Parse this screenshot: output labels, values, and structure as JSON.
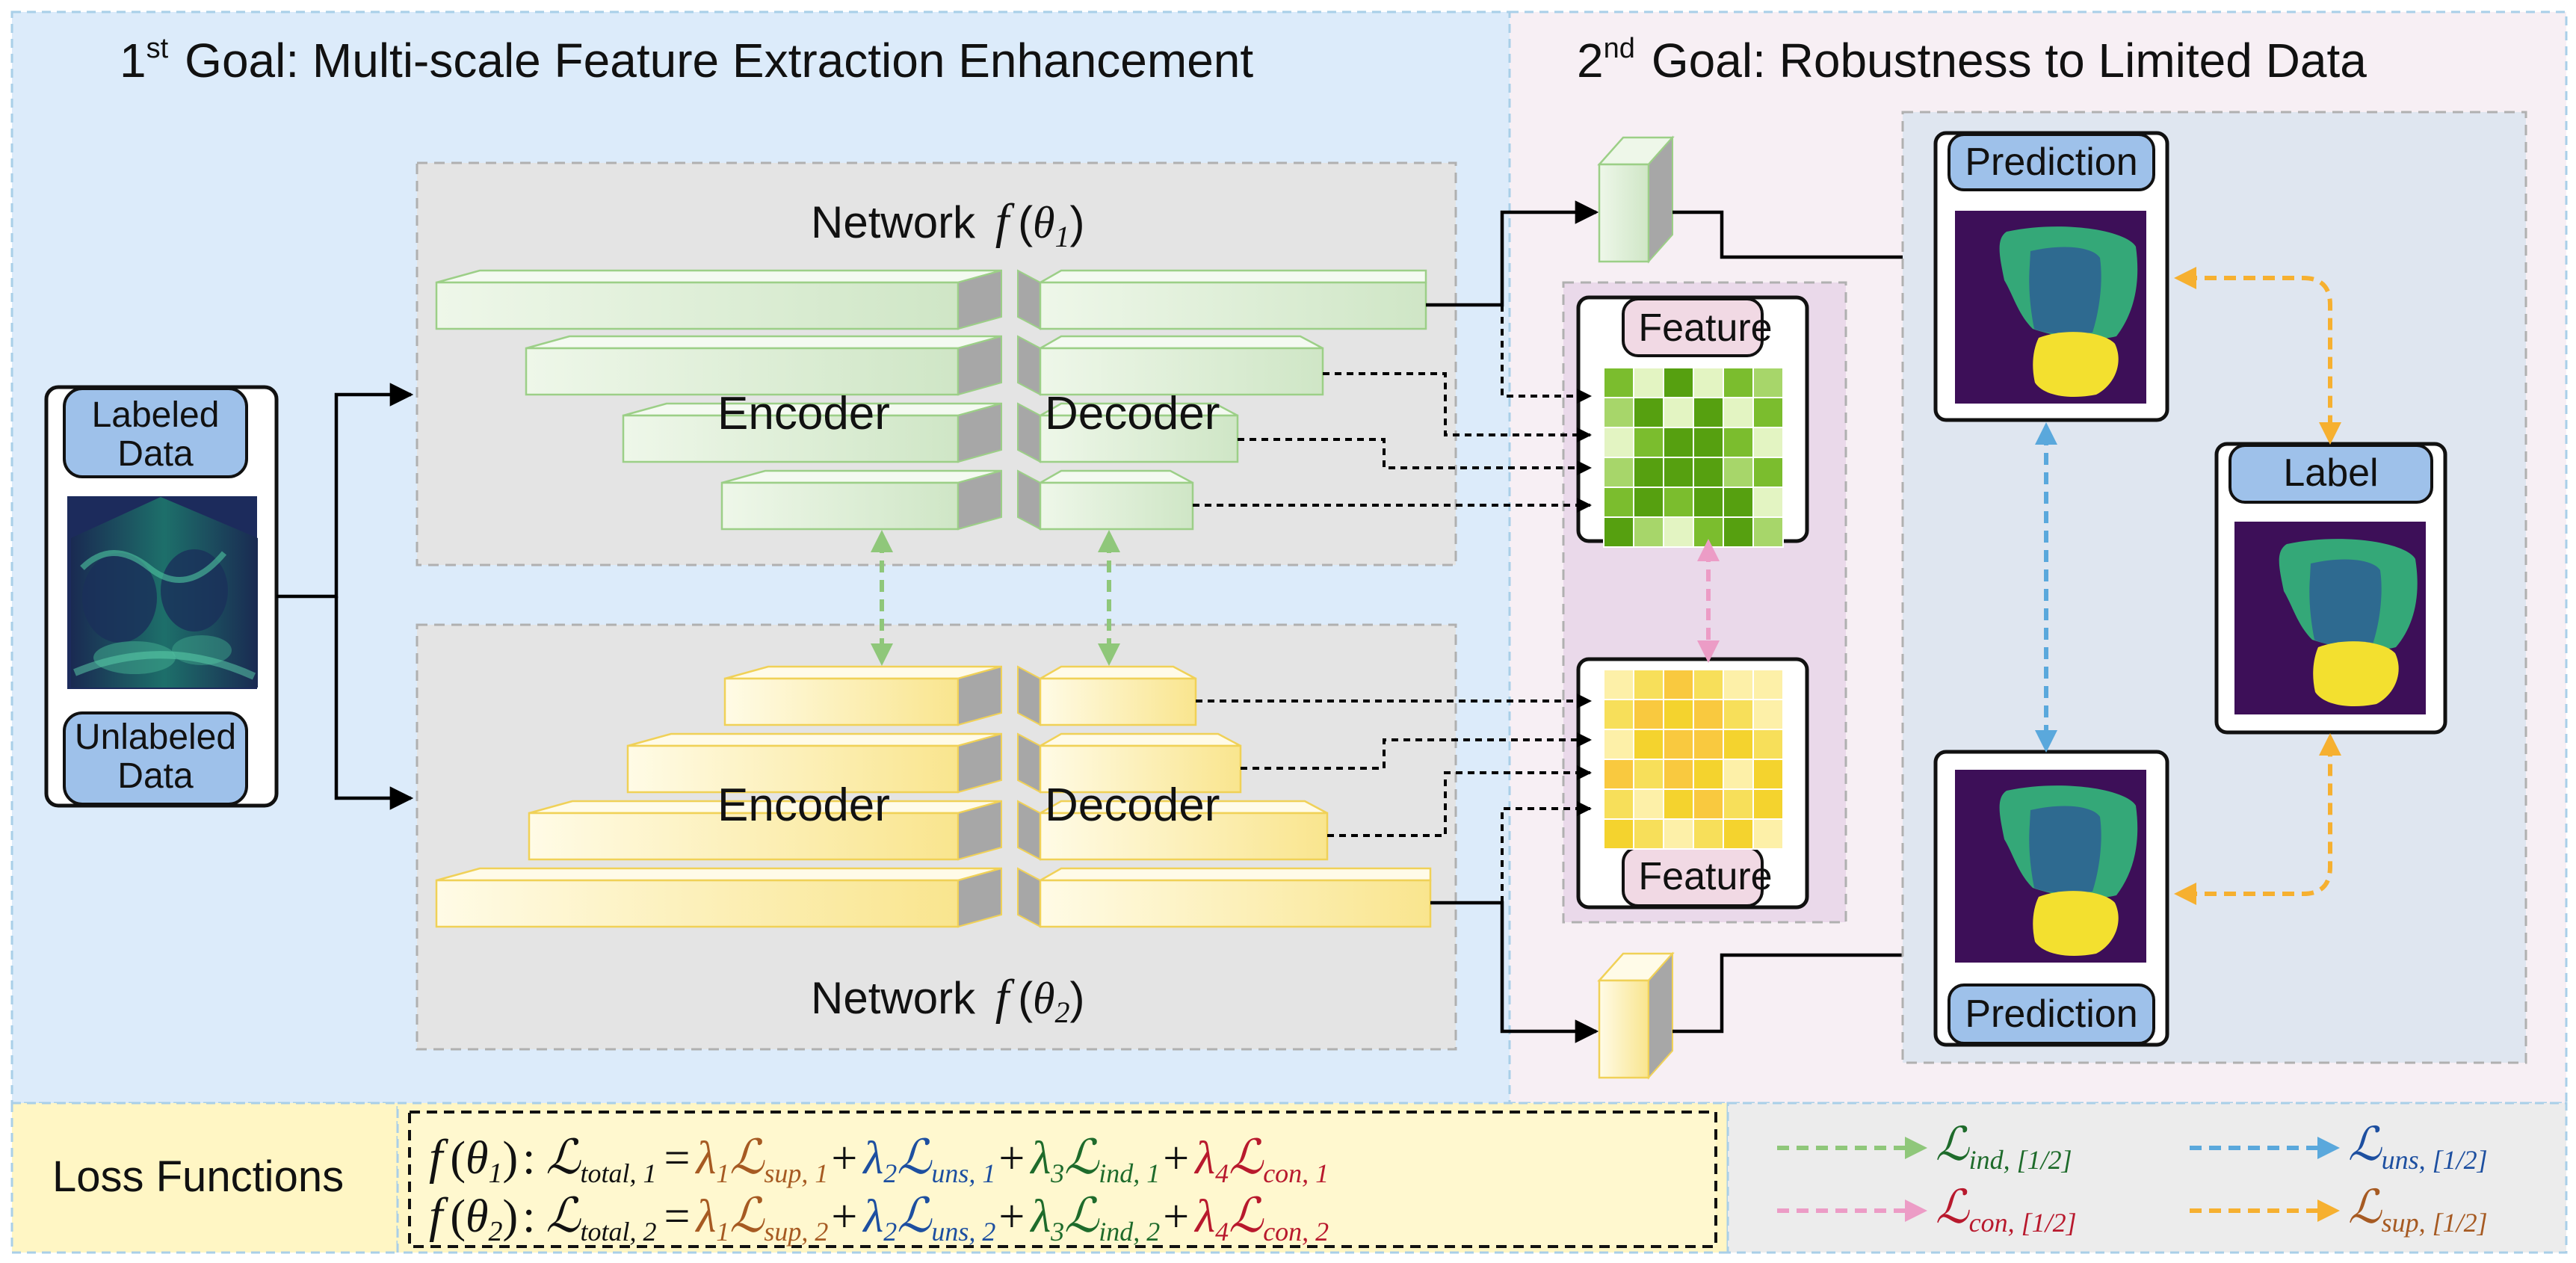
{
  "goal1": {
    "ordinal": "1",
    "ordinal_suffix": "st",
    "title": "Goal: Multi-scale Feature Extraction Enhancement",
    "color": "#dcebfa"
  },
  "goal2": {
    "ordinal": "2",
    "ordinal_suffix": "nd",
    "title": "Goal: Robustness to Limited Data",
    "color": "#f7eff4"
  },
  "input": {
    "top_label": "Labeled Data",
    "bottom_label": "Unlabeled Data"
  },
  "networks": [
    {
      "label_prefix": "Network ",
      "func": "f",
      "theta": "θ",
      "theta_sub": "1",
      "encoder": "Encoder",
      "decoder": "Decoder",
      "color": "#d7ecd0"
    },
    {
      "label_prefix": "Network ",
      "func": "f",
      "theta": "θ",
      "theta_sub": "2",
      "encoder": "Encoder",
      "decoder": "Decoder",
      "color": "#fbeba6"
    }
  ],
  "features": {
    "top_label": "Feature",
    "bottom_label": "Feature"
  },
  "predictions": {
    "top_label": "Prediction",
    "bottom_label": "Prediction"
  },
  "label_box": {
    "label": "Label"
  },
  "loss": {
    "title": "Loss Functions",
    "rows": [
      {
        "func": "f",
        "theta": "θ",
        "theta_sub": "1",
        "colon": ":",
        "lhs": "ℒ",
        "lhs_sub": "total, 1",
        "eq": "=",
        "terms": [
          {
            "coef": "λ",
            "coef_sub": "1",
            "L": "ℒ",
            "sub": "sup, 1",
            "color": "#a65a22",
            "plus": "+"
          },
          {
            "coef": "λ",
            "coef_sub": "2",
            "L": "ℒ",
            "sub": "uns, 1",
            "color": "#1d4fa0",
            "plus": "+"
          },
          {
            "coef": "λ",
            "coef_sub": "3",
            "L": "ℒ",
            "sub": "ind, 1",
            "color": "#1e6b2b",
            "plus": "+"
          },
          {
            "coef": "λ",
            "coef_sub": "4",
            "L": "ℒ",
            "sub": "con, 1",
            "color": "#b8192d",
            "plus": ""
          }
        ]
      },
      {
        "func": "f",
        "theta": "θ",
        "theta_sub": "2",
        "colon": ":",
        "lhs": "ℒ",
        "lhs_sub": "total, 2",
        "eq": "=",
        "terms": [
          {
            "coef": "λ",
            "coef_sub": "1",
            "L": "ℒ",
            "sub": "sup, 2",
            "color": "#a65a22",
            "plus": "+"
          },
          {
            "coef": "λ",
            "coef_sub": "2",
            "L": "ℒ",
            "sub": "uns, 2",
            "color": "#1d4fa0",
            "plus": "+"
          },
          {
            "coef": "λ",
            "coef_sub": "3",
            "L": "ℒ",
            "sub": "ind, 2",
            "color": "#1e6b2b",
            "plus": "+"
          },
          {
            "coef": "λ",
            "coef_sub": "4",
            "L": "ℒ",
            "sub": "con, 2",
            "color": "#b8192d",
            "plus": ""
          }
        ]
      }
    ]
  },
  "legend": [
    {
      "L": "ℒ",
      "sub": "ind, [1/2]",
      "color": "#1e6b2b",
      "arrow_color": "#8fc77a"
    },
    {
      "L": "ℒ",
      "sub": "uns, [1/2]",
      "color": "#1d4fa0",
      "arrow_color": "#5aa8dc"
    },
    {
      "L": "ℒ",
      "sub": "con, [1/2]",
      "color": "#b8192d",
      "arrow_color": "#ec9cc6"
    },
    {
      "L": "ℒ",
      "sub": "sup, [1/2]",
      "color": "#a65a22",
      "arrow_color": "#f6b030"
    }
  ],
  "colors": {
    "feature_green": [
      "#56a010",
      "#7bbd2e",
      "#a7d66a",
      "#e3f4c2"
    ],
    "feature_yellow": [
      "#f4d32e",
      "#f7df5a",
      "#f9c93f",
      "#fdf0a8"
    ],
    "seg_bg": "#3d0f58",
    "seg_outer": "#34a878",
    "seg_inner": "#2e6a90",
    "seg_lower": "#f3e02f",
    "loss_title_bg": "#fff6c4",
    "loss_box_bg": "#fff8cf",
    "legend_bg": "#ececec"
  }
}
